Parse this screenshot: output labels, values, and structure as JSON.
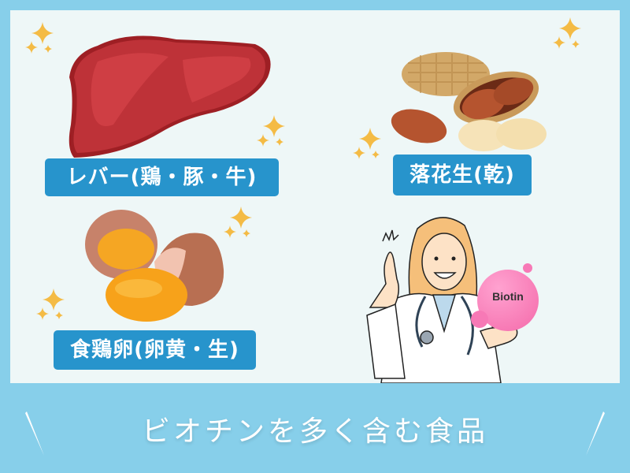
{
  "colors": {
    "background": "#87cfea",
    "panel": "#eef7f7",
    "label_bg": "#2794cc",
    "label_text": "#ffffff",
    "sparkle": "#f4bb45",
    "liver": "#be3238",
    "egg_yolk": "#f7a21a",
    "biotin_bubble": "#f97db8"
  },
  "foods": [
    {
      "label": "レバー(鶏・豚・牛)",
      "illustration": "liver-illustration"
    },
    {
      "label": "落花生(乾)",
      "illustration": "peanuts-illustration"
    },
    {
      "label": "食鶏卵(卵黄・生)",
      "illustration": "egg-yolk-illustration"
    }
  ],
  "doctor": {
    "bubble_text": "Biotin",
    "illustration": "doctor-thumbs-up-illustration"
  },
  "footer": {
    "title": "ビオチンを多く含む食品"
  }
}
